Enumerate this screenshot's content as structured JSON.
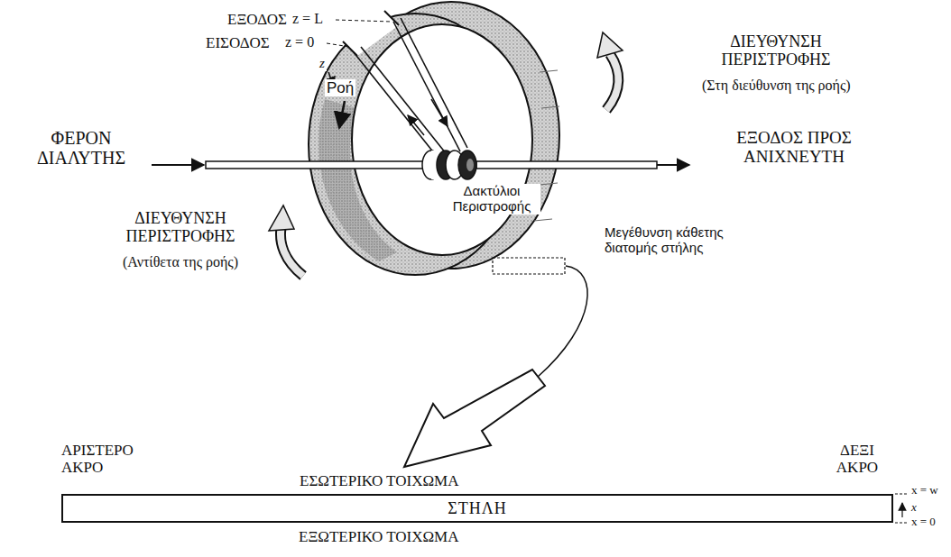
{
  "diagram": {
    "nodes": [
      {
        "text": [
          "ΣΤΗΛΗ"
        ]
      }
    ],
    "labels": [
      "ΕΞΟΔΟΣ",
      "z = L",
      "ΕΙΣΟΔΟΣ",
      "z = 0",
      "z",
      "Ροή",
      "ΔΙΕΥΘΥΝΣΗ ΠΕΡΙΣΤΡΟΦΗΣ",
      "(Στη διεύθυνση της ροής)",
      "ΦΕΡΟΝ ΔΙΑΛΥΤΗΣ",
      "ΕΞΟΔΟΣ ΠΡΟΣ ΑΝΙΧΝΕΥΤΗ",
      "Δακτύλιοι Περιστροφής",
      "ΔΙΕΥΘΥΝΣΗ ΠΕΡΙΣΤΡΟΦΗΣ",
      "(Αντίθετα της ροής)",
      "Μεγέθυνση κάθετης διατομής στήλης",
      "ΑΡΙΣΤΕΡΟ ΑΚΡΟ",
      "ΕΣΩΤΕΡΙΚΟ ΤΟΙΧΩΜΑ",
      "ΔΕΞΙ ΑΚΡΟ",
      "x = w",
      "x",
      "x = 0",
      "ΕΞΩΤΕΡΙΚΟ ΤΟΙΧΩΜΑ"
    ]
  }
}
